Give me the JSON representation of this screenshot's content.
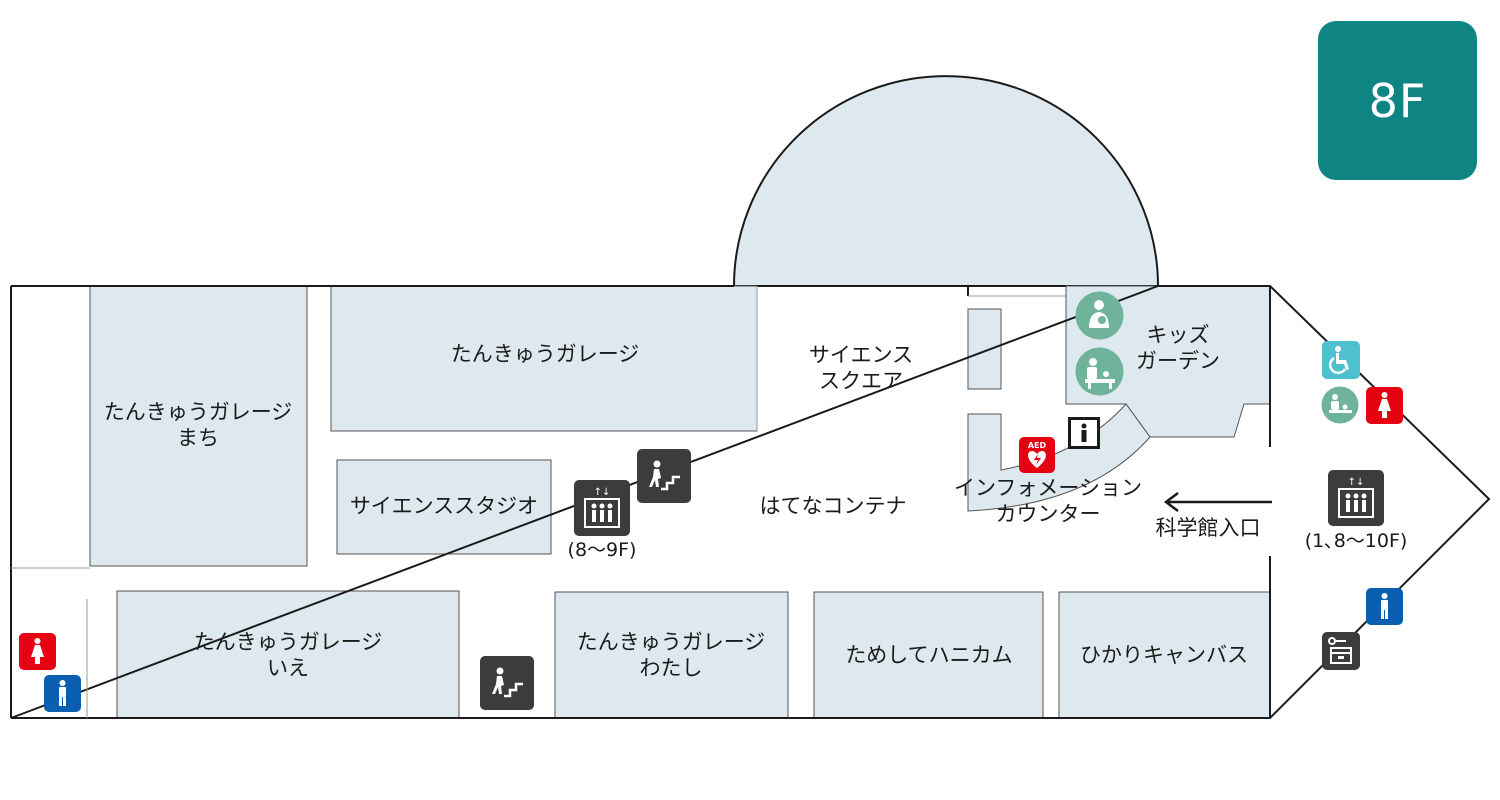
{
  "floor": {
    "label": "8F"
  },
  "rooms": {
    "garage_machi": {
      "line1": "たんきゅうガレージ",
      "line2": "まち"
    },
    "garage_main": {
      "label": "たんきゅうガレージ"
    },
    "science_square": {
      "line1": "サイエンス",
      "line2": "スクエア"
    },
    "kids_garden": {
      "line1": "キッズ",
      "line2": "ガーデン"
    },
    "science_studio": {
      "label": "サイエンススタジオ"
    },
    "hatena_container": {
      "label": "はてなコンテナ"
    },
    "information_counter": {
      "line1": "インフォメーション",
      "line2": "カウンター"
    },
    "garage_ie": {
      "line1": "たんきゅうガレージ",
      "line2": "いえ"
    },
    "garage_watashi": {
      "line1": "たんきゅうガレージ",
      "line2": "わたし"
    },
    "tameshite_hanikamu": {
      "label": "ためしてハニカム"
    },
    "hikari_canvas": {
      "label": "ひかりキャンバス"
    }
  },
  "entrance": {
    "label": "科学館入口"
  },
  "elevators": {
    "center": {
      "floors": "(8〜9F)"
    },
    "east": {
      "floors": "(1､8〜10F)"
    }
  },
  "aed": {
    "label": "AED"
  },
  "icons": [
    "nursing-room-icon",
    "baby-changing-icon",
    "information-icon",
    "aed-icon",
    "stairs-icon",
    "elevator-icon",
    "wheelchair-icon",
    "womens-restroom-icon",
    "mens-restroom-icon",
    "coin-locker-icon"
  ],
  "colors": {
    "room_fill": "#dee8ef",
    "floor_badge": "#0e8483",
    "dark_icon": "#3c3c3c",
    "teal_icon": "#6fb39b",
    "accessible_icon": "#4ec0d0",
    "women_red": "#e50012",
    "men_blue": "#0a5fb0"
  }
}
